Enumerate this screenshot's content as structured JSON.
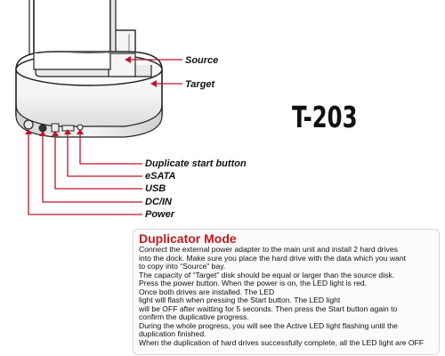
{
  "labels": {
    "source": "Source",
    "target": "Target",
    "duplicate_start": "Duplicate start button",
    "esata": "eSATA",
    "usb": "USB",
    "dcin": "DC/IN",
    "power": "Power"
  },
  "model": "T-203",
  "panel": {
    "title": "Duplicator Mode",
    "lines": [
      "Connect the external power adapter to the main unit and install 2 hard drives",
      "into the dock. Make sure you place the hard drive with the data which you want",
      "to copy into “Source” bay.",
      "The capacity of “Target” disk should be equal or larger than the source disk.",
      "Press the power button. When the power is on, the LED light is red.",
      "Once both drives are installed. The LED",
      "light will flash when pressing the Start button. The LED light",
      "will be OFF after waitting for 5 seconds. Then press the Start button again to",
      "confirm the duplicative progress.",
      "During the whole progress, you will see the Active LED light flashing until the",
      "duplication finished.",
      "When the duplication of hard drives successfully complete, all the LED light are OFF"
    ]
  },
  "colors": {
    "title_red": "#c61b1b"
  }
}
